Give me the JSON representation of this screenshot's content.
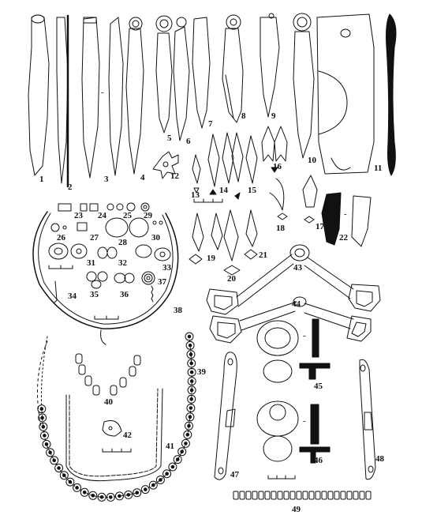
{
  "labels": {
    "n1": "1",
    "n2": "2",
    "n3": "3",
    "n4": "4",
    "n5": "5",
    "n6": "6",
    "n7": "7",
    "n8": "8",
    "n9": "9",
    "n10": "10",
    "n11": "11",
    "n12": "12",
    "n13": "13",
    "n14": "14",
    "n15": "15",
    "n16": "16",
    "n17": "17",
    "n18": "18",
    "n19": "19",
    "n20": "20",
    "n21": "21",
    "n22": "22",
    "n23": "23",
    "n24": "24",
    "n25": "25",
    "n26": "26",
    "n27": "27",
    "n28": "28",
    "n29": "29",
    "n30": "30",
    "n31": "31",
    "n32": "32",
    "n33": "33",
    "n34": "34",
    "n35": "35",
    "n36": "36",
    "n37": "37",
    "n38": "38",
    "n39": "39",
    "n40": "40",
    "n41": "41",
    "n42": "42",
    "n43": "43",
    "n44": "44",
    "n45": "45",
    "n46": "46",
    "n47": "47",
    "n48": "48",
    "n49": "49"
  },
  "section_dash": "-",
  "colors": {
    "ink": "#111111",
    "paper": "#ffffff"
  }
}
